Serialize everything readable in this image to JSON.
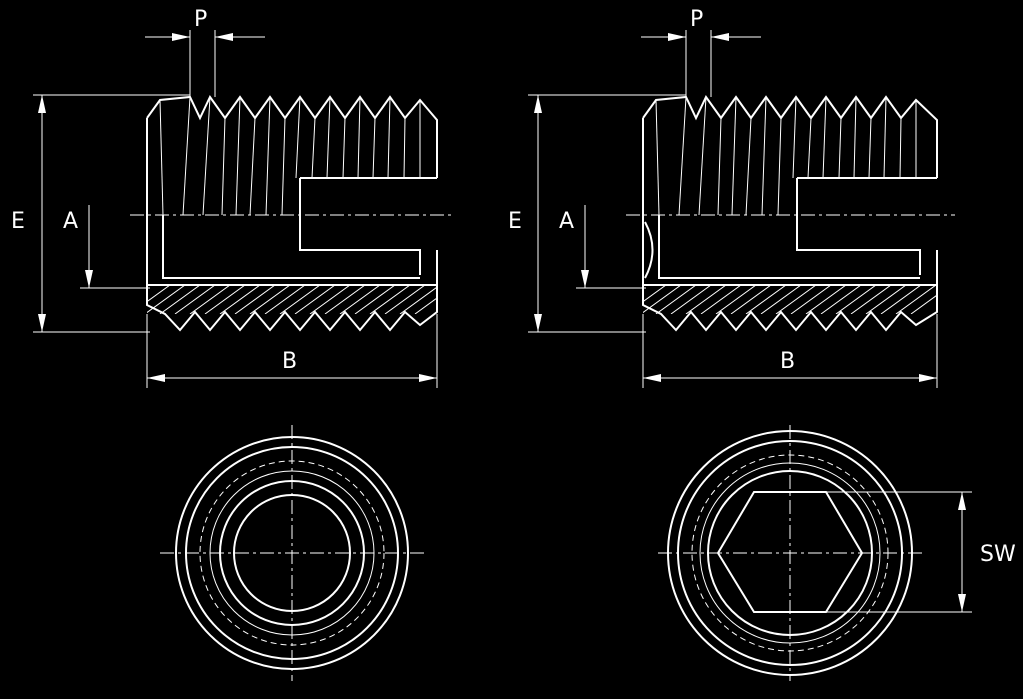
{
  "labels": {
    "pitch": "P",
    "outer_diameter": "E",
    "inner_diameter": "A",
    "length": "B",
    "hex_width": "SW"
  },
  "views": [
    {
      "name": "insert-side-view-plain"
    },
    {
      "name": "insert-side-view-hex"
    }
  ]
}
